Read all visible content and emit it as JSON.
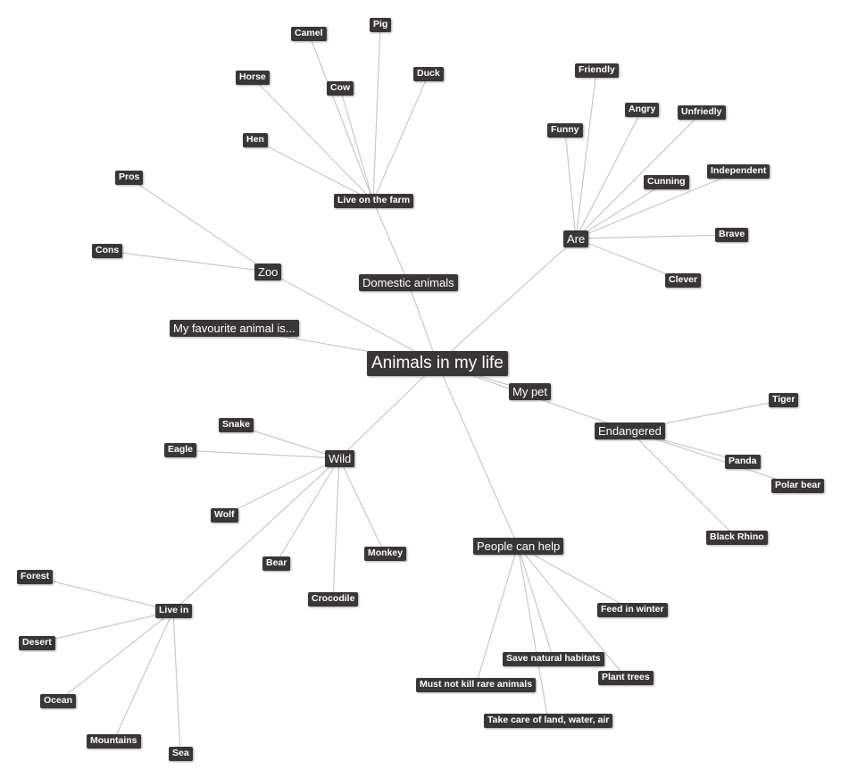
{
  "mindmap": {
    "colors": {
      "node_background": "#3a3636",
      "node_text": "#ffffff",
      "edge": "#c8c8c8",
      "background": "#ffffff"
    },
    "root": {
      "id": "root",
      "label": "Animals in my life"
    },
    "nodes": [
      {
        "id": "live-on-the-farm",
        "label": "Live on the farm",
        "parent": "domestic-animals"
      },
      {
        "id": "camel",
        "label": "Camel",
        "parent": "live-on-the-farm"
      },
      {
        "id": "pig",
        "label": "Pig",
        "parent": "live-on-the-farm"
      },
      {
        "id": "duck",
        "label": "Duck",
        "parent": "live-on-the-farm"
      },
      {
        "id": "horse",
        "label": "Horse",
        "parent": "live-on-the-farm"
      },
      {
        "id": "cow",
        "label": "Cow",
        "parent": "live-on-the-farm"
      },
      {
        "id": "hen",
        "label": "Hen",
        "parent": "live-on-the-farm"
      },
      {
        "id": "domestic-animals",
        "label": "Domestic animals",
        "parent": "root"
      },
      {
        "id": "zoo",
        "label": "Zoo",
        "parent": "root"
      },
      {
        "id": "pros",
        "label": "Pros",
        "parent": "zoo"
      },
      {
        "id": "cons",
        "label": "Cons",
        "parent": "zoo"
      },
      {
        "id": "my-favourite-animal",
        "label": "My favourite animal is...",
        "parent": "root"
      },
      {
        "id": "are",
        "label": "Are",
        "parent": "root"
      },
      {
        "id": "friendly",
        "label": "Friendly",
        "parent": "are"
      },
      {
        "id": "angry",
        "label": "Angry",
        "parent": "are"
      },
      {
        "id": "unfriedly",
        "label": "Unfriedly",
        "parent": "are"
      },
      {
        "id": "funny",
        "label": "Funny",
        "parent": "are"
      },
      {
        "id": "cunning",
        "label": "Cunning",
        "parent": "are"
      },
      {
        "id": "independent",
        "label": "Independent",
        "parent": "are"
      },
      {
        "id": "brave",
        "label": "Brave",
        "parent": "are"
      },
      {
        "id": "clever",
        "label": "Clever",
        "parent": "are"
      },
      {
        "id": "my-pet",
        "label": "My pet",
        "parent": "root"
      },
      {
        "id": "endangered",
        "label": "Endangered",
        "parent": "root"
      },
      {
        "id": "tiger",
        "label": "Tiger",
        "parent": "endangered"
      },
      {
        "id": "panda",
        "label": "Panda",
        "parent": "endangered"
      },
      {
        "id": "polar-bear",
        "label": "Polar bear",
        "parent": "endangered"
      },
      {
        "id": "black-rhino",
        "label": "Black Rhino",
        "parent": "endangered"
      },
      {
        "id": "wild",
        "label": "Wild",
        "parent": "root"
      },
      {
        "id": "snake",
        "label": "Snake",
        "parent": "wild"
      },
      {
        "id": "eagle",
        "label": "Eagle",
        "parent": "wild"
      },
      {
        "id": "wolf",
        "label": "Wolf",
        "parent": "wild"
      },
      {
        "id": "bear",
        "label": "Bear",
        "parent": "wild"
      },
      {
        "id": "monkey",
        "label": "Monkey",
        "parent": "wild"
      },
      {
        "id": "crocodile",
        "label": "Crocodile",
        "parent": "wild"
      },
      {
        "id": "live-in",
        "label": "Live in",
        "parent": "wild"
      },
      {
        "id": "forest",
        "label": "Forest",
        "parent": "live-in"
      },
      {
        "id": "desert",
        "label": "Desert",
        "parent": "live-in"
      },
      {
        "id": "ocean",
        "label": "Ocean",
        "parent": "live-in"
      },
      {
        "id": "mountains",
        "label": "Mountains",
        "parent": "live-in"
      },
      {
        "id": "sea",
        "label": "Sea",
        "parent": "live-in"
      },
      {
        "id": "people-can-help",
        "label": "People can help",
        "parent": "root"
      },
      {
        "id": "feed-in-winter",
        "label": "Feed in winter",
        "parent": "people-can-help"
      },
      {
        "id": "save-natural-habitats",
        "label": "Save natural habitats",
        "parent": "people-can-help"
      },
      {
        "id": "plant-trees",
        "label": "Plant trees",
        "parent": "people-can-help"
      },
      {
        "id": "must-not-kill-rare-animals",
        "label": "Must not kill rare animals",
        "parent": "people-can-help"
      },
      {
        "id": "take-care-of-land-water-air",
        "label": "Take care of land, water, air",
        "parent": "people-can-help"
      }
    ]
  }
}
